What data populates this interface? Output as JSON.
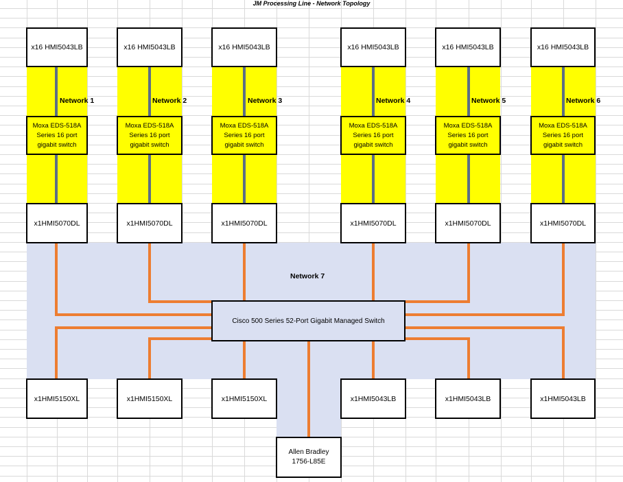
{
  "title": "JM Processing Line - Network Topology",
  "colors": {
    "yellow_zone": "#ffff00",
    "blue_zone": "#dae0f2",
    "orange_link": "#ed7d31",
    "grey_link": "#5b6e86",
    "gridline": "#d9d9d9"
  },
  "columns": [
    {
      "top_label": "x16 HMI5043LB",
      "network": "Network 1",
      "switch": "Moxa EDS-518A\nSeries 16 port\ngigabit switch",
      "middle_label": "x1HMI5070DL",
      "bottom_label": "x1HMI5150XL"
    },
    {
      "top_label": "x16 HMI5043LB",
      "network": "Network 2",
      "switch": "Moxa EDS-518A\nSeries 16 port\ngigabit switch",
      "middle_label": "x1HMI5070DL",
      "bottom_label": "x1HMI5150XL"
    },
    {
      "top_label": "x16 HMI5043LB",
      "network": "Network 3",
      "switch": "Moxa EDS-518A\nSeries 16 port\ngigabit switch",
      "middle_label": "x1HMI5070DL",
      "bottom_label": "x1HMI5150XL"
    },
    {
      "top_label": "x16 HMI5043LB",
      "network": "Network 4",
      "switch": "Moxa EDS-518A\nSeries 16 port\ngigabit switch",
      "middle_label": "x1HMI5070DL",
      "bottom_label": "x1HMI5043LB"
    },
    {
      "top_label": "x16 HMI5043LB",
      "network": "Network 5",
      "switch": "Moxa EDS-518A\nSeries 16 port\ngigabit switch",
      "middle_label": "x1HMI5070DL",
      "bottom_label": "x1HMI5043LB"
    },
    {
      "top_label": "x16 HMI5043LB",
      "network": "Network 6",
      "switch": "Moxa EDS-518A\nSeries 16 port\ngigabit switch",
      "middle_label": "x1HMI5070DL",
      "bottom_label": "x1HMI5043LB"
    }
  ],
  "network7": {
    "label": "Network 7",
    "core_switch": "Cisco 500 Series 52-Port Gigabit Managed Switch"
  },
  "plc": {
    "label": "Allen Bradley\n1756-L85E"
  }
}
